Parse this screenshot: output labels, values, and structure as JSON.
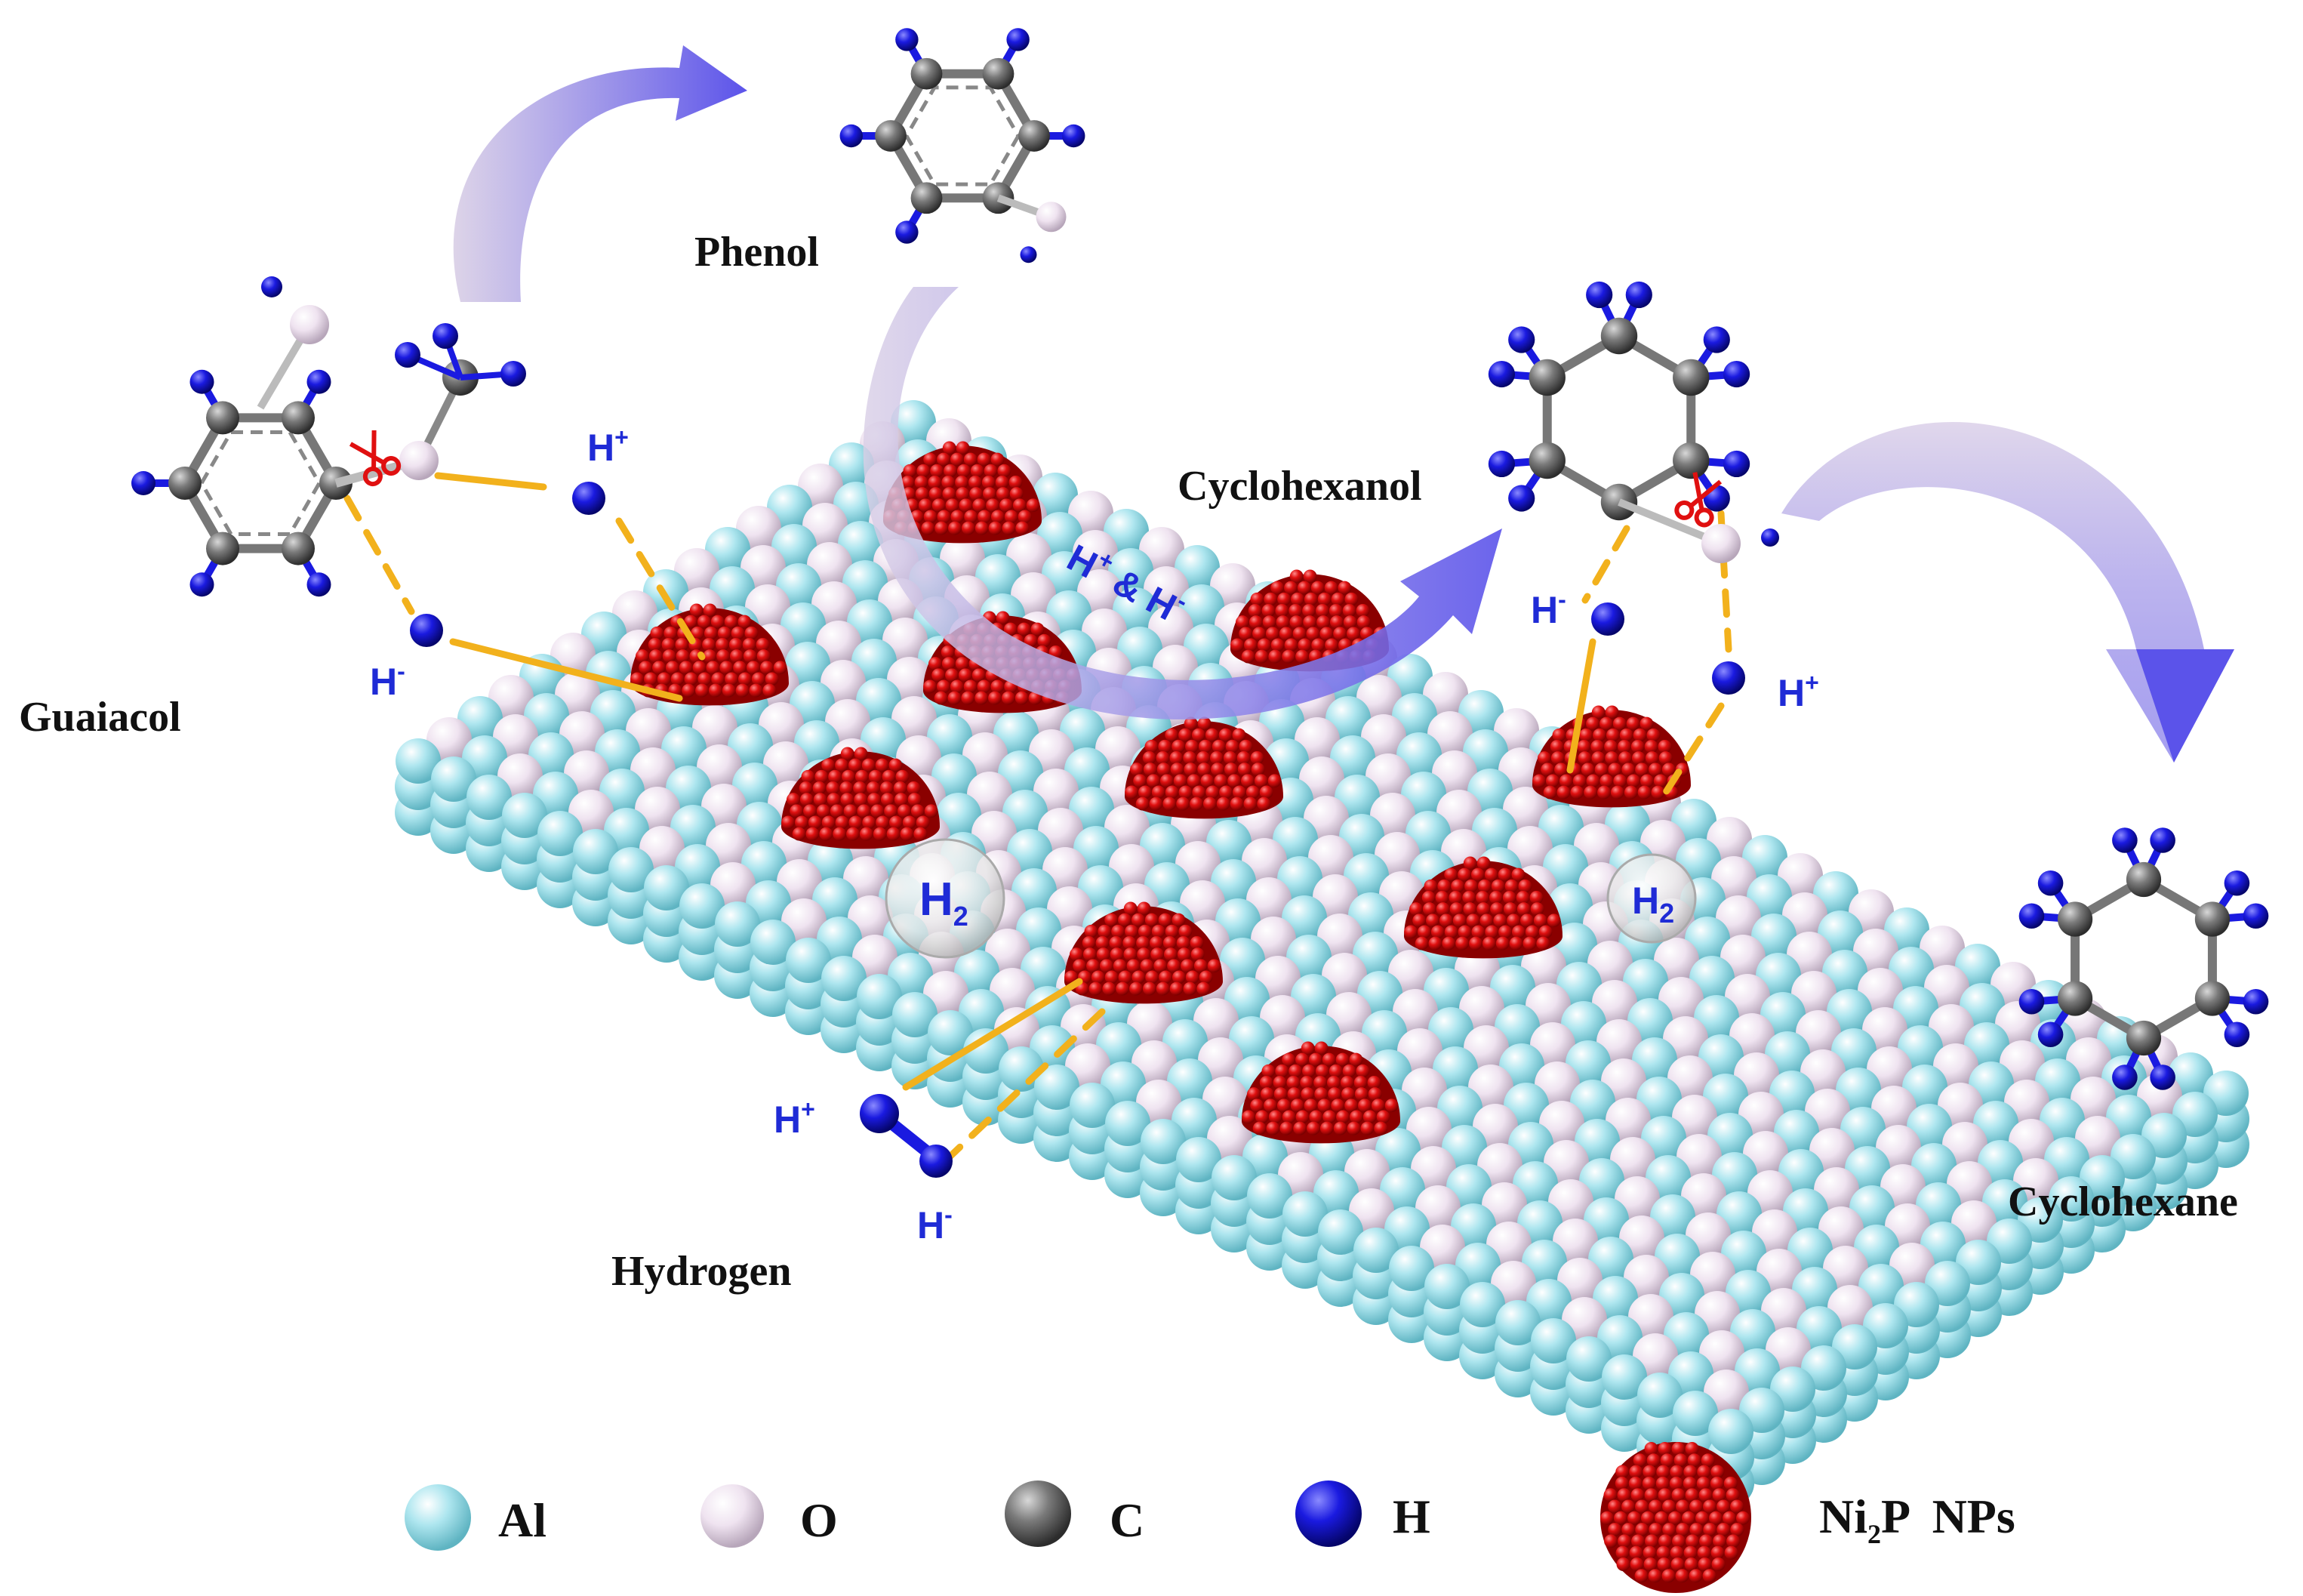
{
  "molecules": {
    "guaiacol": "Guaiacol",
    "phenol": "Phenol",
    "cyclohexanol": "Cyclohexanol",
    "cyclohexane": "Cyclohexane",
    "hydrogen": "Hydrogen"
  },
  "ions": {
    "h_plus": "H",
    "h_minus": "H",
    "plus": "+",
    "minus": "-",
    "h_plus_and_h_minus": "& ",
    "h2": "H",
    "h2_subscript": "2"
  },
  "legend": {
    "al": "Al",
    "o": "O",
    "c": "C",
    "h": "H",
    "ni2p_prefix": "Ni",
    "ni2p_sub": "2",
    "ni2p_suffix": "P  NPs"
  },
  "colors": {
    "al": "#aee6ef",
    "o": "#efe3f0",
    "c": "#6e6e6e",
    "h": "#1a1ae0",
    "ni2p": "#e01010",
    "bond_dash": "#f2b11c",
    "arrow": "#6a5fe6",
    "ion_text": "#1f2bd6"
  },
  "icons": [
    "scissors-icon",
    "curved-arrow-icon"
  ]
}
